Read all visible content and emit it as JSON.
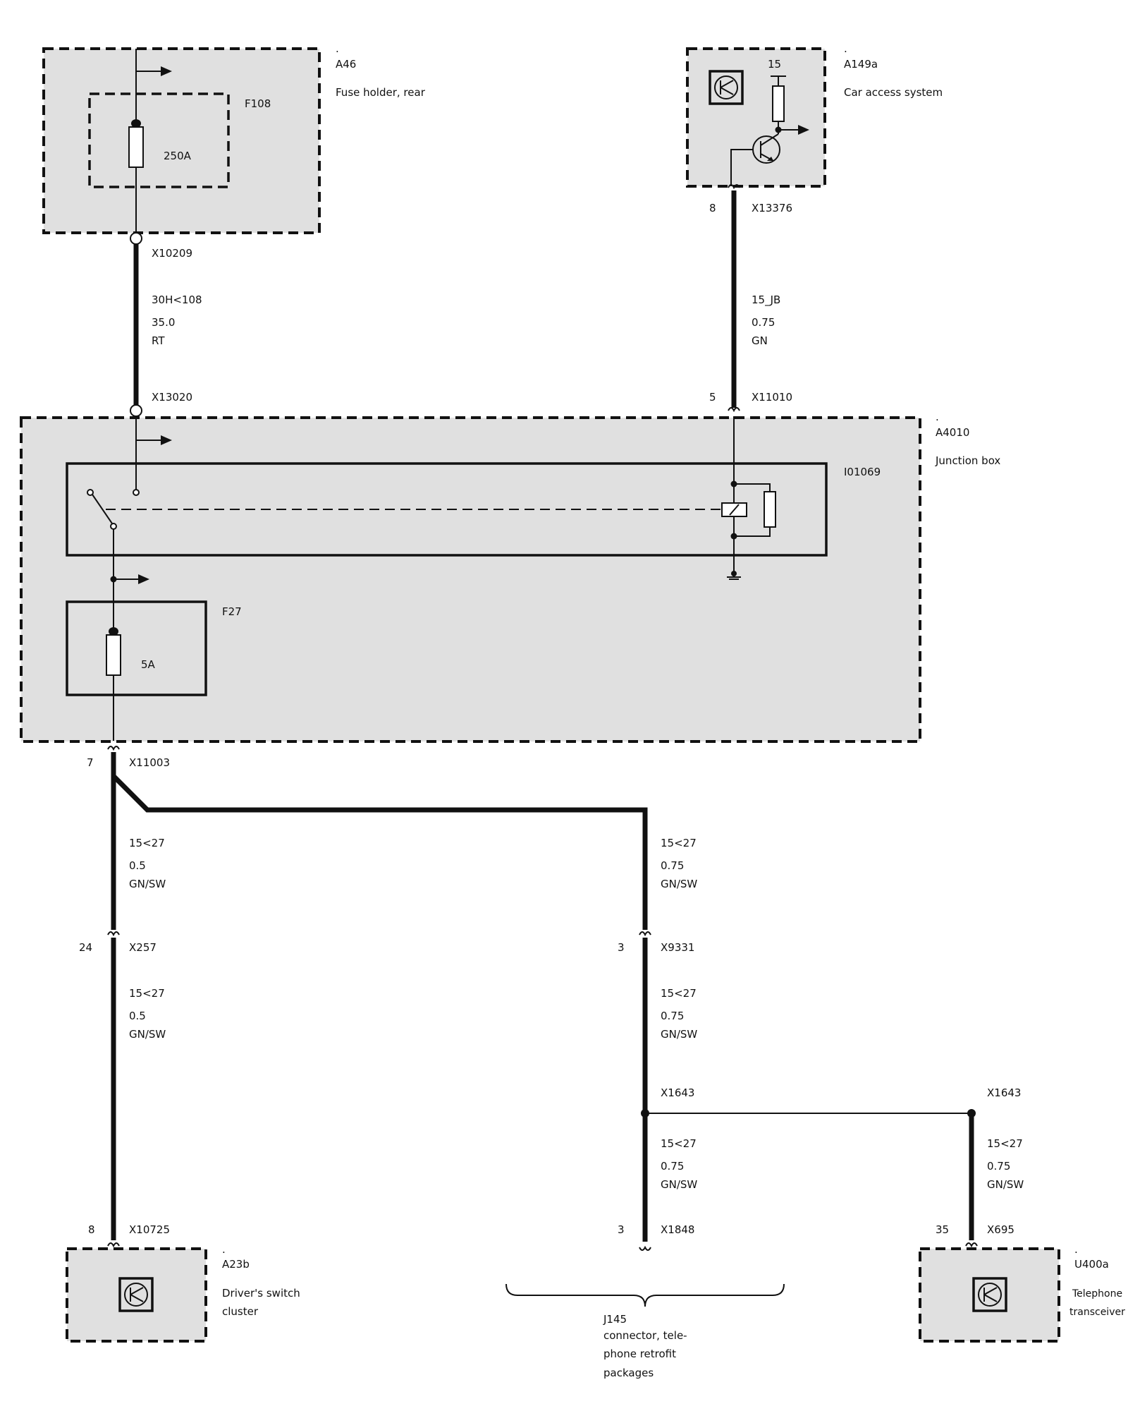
{
  "components": {
    "a46": {
      "dot": ".",
      "id": "A46",
      "name": "Fuse holder, rear"
    },
    "f108": {
      "id": "F108",
      "rating": "250A"
    },
    "a149a": {
      "dot": ".",
      "id": "A149a",
      "name": "Car access system",
      "term": "15"
    },
    "a4010": {
      "dot": ".",
      "id": "A4010",
      "name": "Junction box"
    },
    "i01069": {
      "id": "I01069"
    },
    "f27": {
      "id": "F27",
      "rating": "5A"
    },
    "a23b": {
      "dot": ".",
      "id": "A23b",
      "name_l1": "Driver's switch",
      "name_l2": "cluster"
    },
    "u400a": {
      "dot": ".",
      "id": "U400a",
      "name_l1": "Telephone",
      "name_l2": "transceiver"
    },
    "j145": {
      "id": "J145",
      "l1": "connector, tele-",
      "l2": "phone retrofit",
      "l3": "packages"
    }
  },
  "connectors": {
    "x10209": "X10209",
    "x13020": "X13020",
    "x13376": {
      "id": "X13376",
      "pin": "8"
    },
    "x11010": {
      "id": "X11010",
      "pin": "5"
    },
    "x11003": {
      "id": "X11003",
      "pin": "7"
    },
    "x257": {
      "id": "X257",
      "pin": "24"
    },
    "x9331": {
      "id": "X9331",
      "pin": "3"
    },
    "x1643_a": "X1643",
    "x1643_b": "X1643",
    "x10725": {
      "id": "X10725",
      "pin": "8"
    },
    "x1848": {
      "id": "X1848",
      "pin": "3"
    },
    "x695": {
      "id": "X695",
      "pin": "35"
    }
  },
  "wires": {
    "w_a46": {
      "signal": "30H<108",
      "size": "35.0",
      "color": "RT"
    },
    "w_a149a": {
      "signal": "15_JB",
      "size": "0.75",
      "color": "GN"
    },
    "w_left1": {
      "signal": "15<27",
      "size": "0.5",
      "color": "GN/SW"
    },
    "w_right1": {
      "signal": "15<27",
      "size": "0.75",
      "color": "GN/SW"
    },
    "w_left2": {
      "signal": "15<27",
      "size": "0.5",
      "color": "GN/SW"
    },
    "w_right2": {
      "signal": "15<27",
      "size": "0.75",
      "color": "GN/SW"
    },
    "w_right3": {
      "signal": "15<27",
      "size": "0.75",
      "color": "GN/SW"
    },
    "w_far": {
      "signal": "15<27",
      "size": "0.75",
      "color": "GN/SW"
    }
  }
}
